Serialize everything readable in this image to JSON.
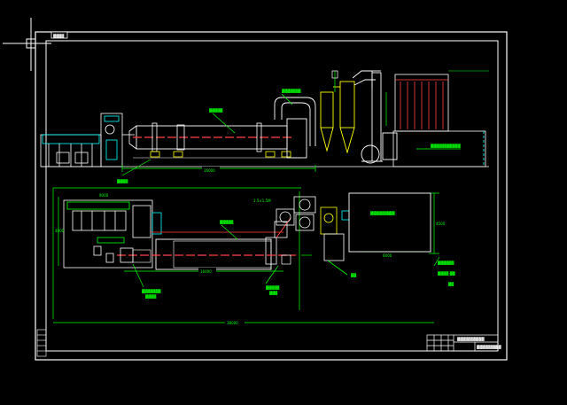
{
  "drawing": {
    "tag_label": "▓▓▓▓",
    "colors": {
      "background": "#000000",
      "frame": "#ffffff",
      "equipment": "#ffffff",
      "dimension": "#00ff00",
      "leader": "#00ff00",
      "centerline": "#ff4040",
      "cyclone": "#ffff00",
      "structure": "#00ffff",
      "accent": "#ff00ff"
    },
    "elevation": {
      "dim_main": "16000",
      "label_dryer": "▓▓▓▓▓",
      "label_pipe": "▓▓▓▓▓▓▓",
      "label_feeder": "▓▓▓▓",
      "label_bag": "▓▓▓▓▓▓▓▓▓▓▓"
    },
    "plan": {
      "dim_overall": "38000",
      "dim_dryer": "16000",
      "dim_left": "9000",
      "dim_depth": "4000",
      "dim_room_w": "6000",
      "dim_room_h": "4500",
      "dim_tip": "1.5×1.5M",
      "label_dryer": "▓▓▓▓▓",
      "label_room": "▓▓▓▓▓▓▓▓▓",
      "label_conveyor": "▓▓▓▓▓▓▓",
      "label_conveyor_sub": "▓▓▓▓",
      "label_elevator": "▓▓▓▓▓",
      "label_elevator_sub": "▓▓▓",
      "label_fan": "▓▓",
      "label_note1": "▓▓▓▓▓▓",
      "label_note2": "▓▓▓▓ ▓▓",
      "label_note3": "▓▓"
    },
    "title_block": {
      "project": "▓▓▓▓▓▓▓▓▓▓",
      "drawing_no": "▓▓▓▓▓▓▓▓▓"
    }
  }
}
